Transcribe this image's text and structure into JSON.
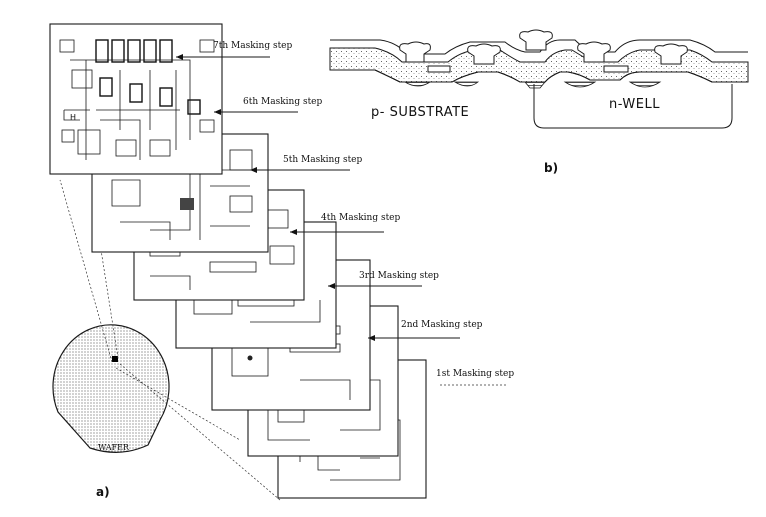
{
  "masking_steps": [
    "1st Masking step",
    "2nd Masking step",
    "3rd Masking step",
    "4th Masking step",
    "5th Masking step",
    "6th Masking step",
    "7th Masking step"
  ],
  "wafer_label": "WAFER",
  "panel_a_label": "a)",
  "panel_b_label": "b)",
  "substrate_label": "p- SUBSTRATE",
  "nwell_label": "n-WELL"
}
